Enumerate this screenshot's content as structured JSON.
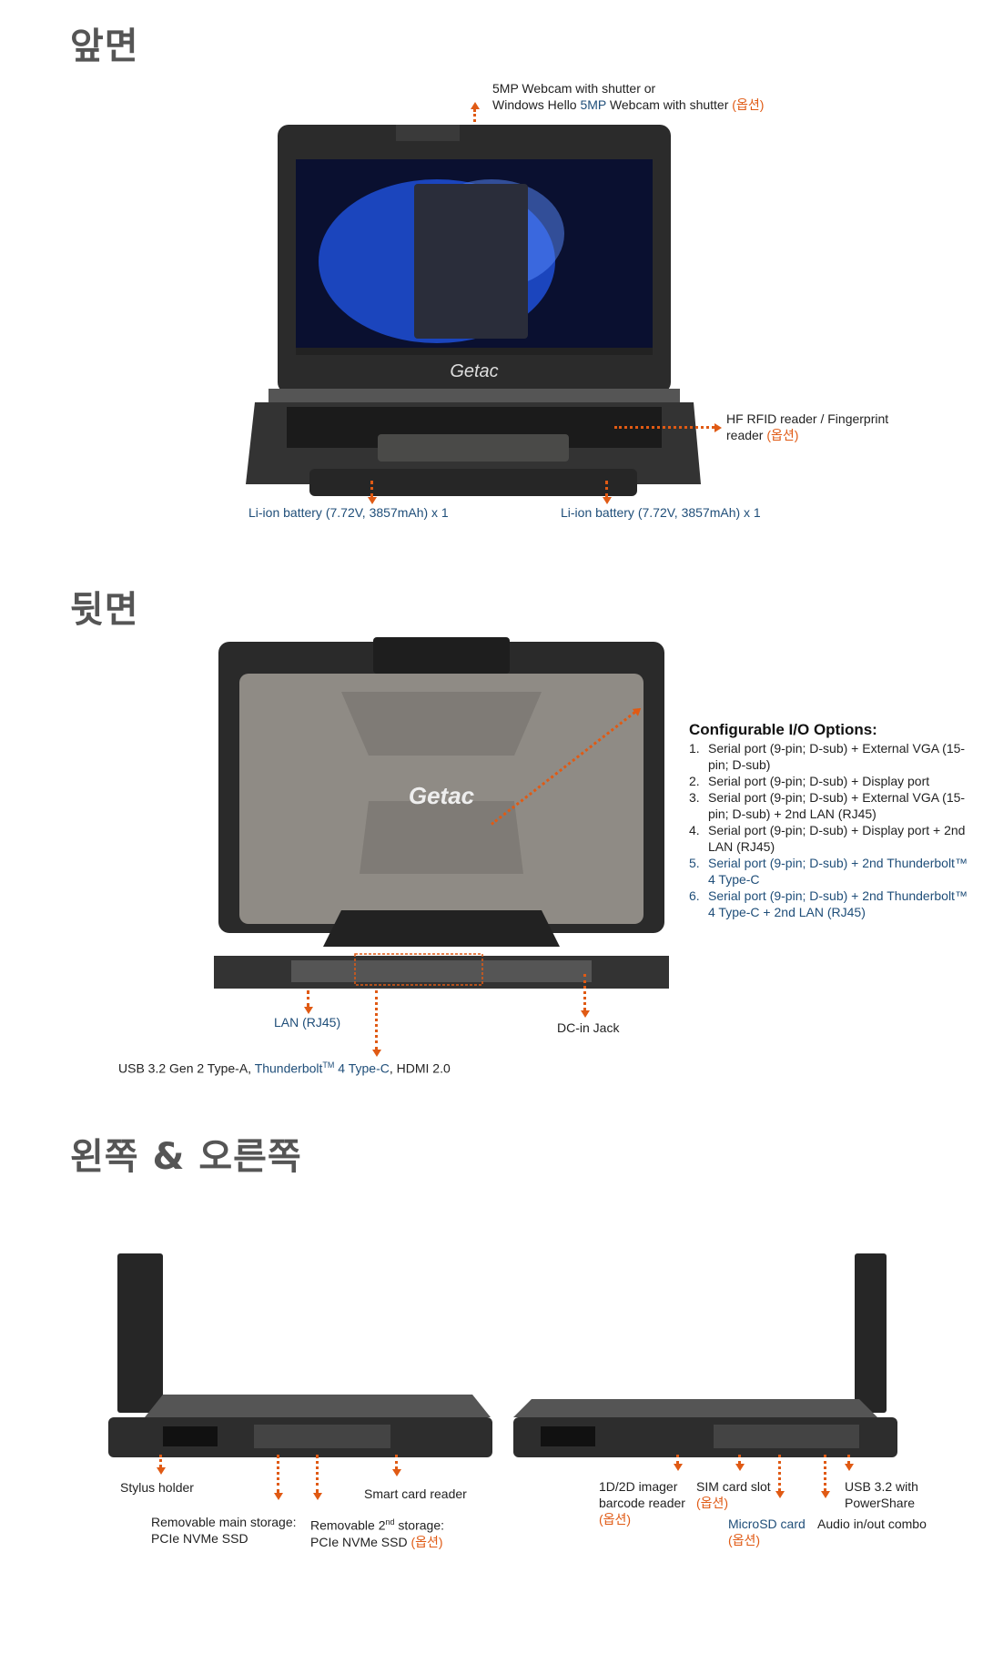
{
  "sections": {
    "front": "앞면",
    "back": "뒷면",
    "sides": "왼쪽 & 오른쪽"
  },
  "option_tag": "(옵션)",
  "front": {
    "webcam_line1": "5MP Webcam with shutter or",
    "webcam_line2_a": "Windows Hello ",
    "webcam_line2_b": "5MP",
    "webcam_line2_c": " Webcam with shutter ",
    "rfid_line1": "HF RFID reader / Fingerprint",
    "rfid_line2": "reader ",
    "battery_left": "Li-ion battery (7.72V, 3857mAh) x 1",
    "battery_right": "Li-ion battery (7.72V, 3857mAh) x 1",
    "logo": "Getac"
  },
  "back": {
    "logo": "Getac",
    "lan": "LAN (RJ45)",
    "dc_in": "DC-in Jack",
    "usb_a": "USB 3.2 Gen 2 Type-A, ",
    "usb_b": "Thunderbolt",
    "usb_tm": "TM",
    "usb_c": " 4 Type-C",
    "usb_d": ", HDMI 2.0",
    "io_title": "Configurable I/O Options:",
    "io_options": [
      {
        "n": "1.",
        "text": "Serial port (9-pin; D-sub) + External VGA (15-pin; D-sub)",
        "highlight": false
      },
      {
        "n": "2.",
        "text": "Serial port (9-pin; D-sub) + Display port",
        "highlight": false
      },
      {
        "n": "3.",
        "text": "Serial port (9-pin; D-sub) + External VGA (15-pin; D-sub) + 2nd LAN (RJ45)",
        "highlight": false
      },
      {
        "n": "4.",
        "text": "Serial port (9-pin; D-sub) + Display port + 2nd LAN (RJ45)",
        "highlight": false
      },
      {
        "n": "5.",
        "text": "Serial port (9-pin; D-sub) + 2nd Thunderbolt™ 4 Type-C",
        "highlight": true
      },
      {
        "n": "6.",
        "text": "Serial port (9-pin; D-sub) + 2nd Thunderbolt™ 4 Type-C + 2nd LAN (RJ45)",
        "highlight": true
      }
    ]
  },
  "sides": {
    "stylus": "Stylus holder",
    "main_storage_1": "Removable main storage:",
    "main_storage_2": "PCIe NVMe SSD",
    "second_storage_1a": "Removable 2",
    "second_storage_1sup": "nd",
    "second_storage_1b": " storage:",
    "second_storage_2": "PCIe NVMe SSD ",
    "smart_card": "Smart card reader",
    "barcode_1": "1D/2D imager",
    "barcode_2": "barcode reader",
    "sim": "SIM card slot",
    "microsd": "MicroSD card",
    "usb_1": "USB 3.2 with",
    "usb_2": "PowerShare",
    "audio": "Audio in/out combo"
  },
  "colors": {
    "accent": "#e05a14",
    "highlight": "#1f4e79",
    "heading": "#555555"
  }
}
